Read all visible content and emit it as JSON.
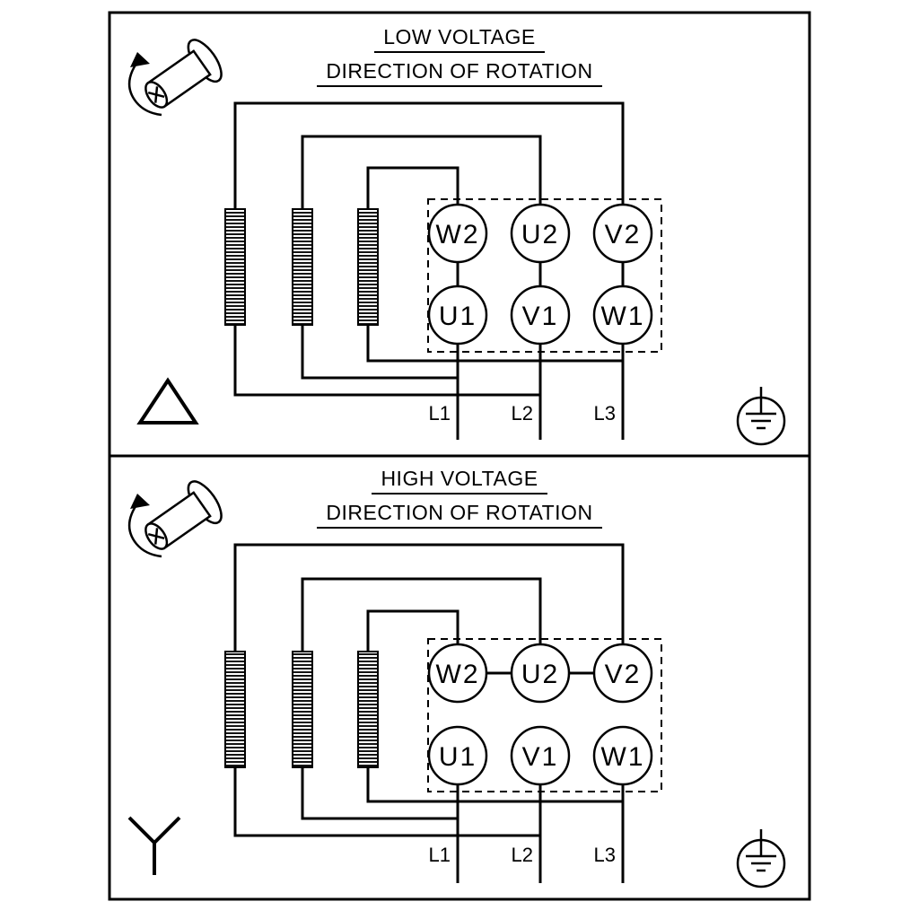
{
  "colors": {
    "ink": "#000000",
    "background": "#ffffff"
  },
  "panels": [
    {
      "id": "low-voltage",
      "title": "LOW VOLTAGE",
      "subtitle": "DIRECTION OF ROTATION",
      "connection": "delta",
      "terminals_top": [
        "W2",
        "U2",
        "V2"
      ],
      "terminals_bottom": [
        "U1",
        "V1",
        "W1"
      ],
      "supply_lines": [
        "L1",
        "L2",
        "L3"
      ]
    },
    {
      "id": "high-voltage",
      "title": "HIGH VOLTAGE",
      "subtitle": "DIRECTION OF ROTATION",
      "connection": "star",
      "terminals_top": [
        "W2",
        "U2",
        "V2"
      ],
      "terminals_bottom": [
        "U1",
        "V1",
        "W1"
      ],
      "supply_lines": [
        "L1",
        "L2",
        "L3"
      ]
    }
  ],
  "symbols": {
    "delta": "triangle-outline",
    "star": "Y-shape",
    "ground": "earth-ground-in-circle",
    "rotation": "shaft-with-rotation-arrow"
  }
}
